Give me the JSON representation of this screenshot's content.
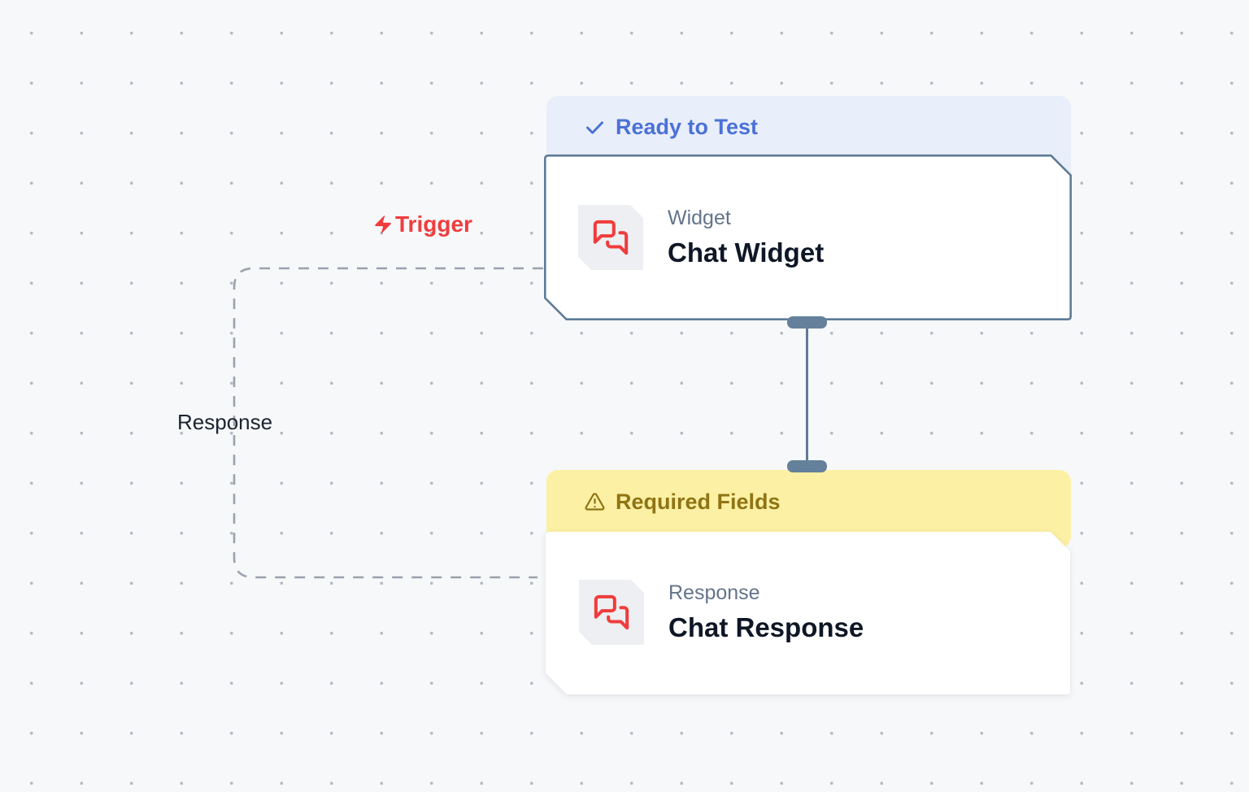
{
  "canvas": {
    "background": "#f7f8fa",
    "dot_color": "#b6bac3"
  },
  "edges": {
    "trigger_label": "Trigger",
    "response_label": "Response",
    "trigger_color": "#f03c3c",
    "dash_color": "#9aa2ac",
    "connector_color": "#5e7b98"
  },
  "nodes": {
    "chat_widget": {
      "status_badge": "Ready to Test",
      "status_icon": "check-icon",
      "status_color": "#4a71d6",
      "banner_bg": "#e9eefb",
      "type_label": "Widget",
      "title": "Chat Widget",
      "border_color": "#5e7b98",
      "icon": "chat-messages-icon",
      "icon_color": "#f03c3c"
    },
    "chat_response": {
      "status_badge": "Required Fields",
      "status_icon": "warning-icon",
      "status_color": "#8f7414",
      "banner_bg": "#fcf0a4",
      "type_label": "Response",
      "title": "Chat Response",
      "icon": "chat-messages-icon",
      "icon_color": "#f03c3c"
    }
  }
}
